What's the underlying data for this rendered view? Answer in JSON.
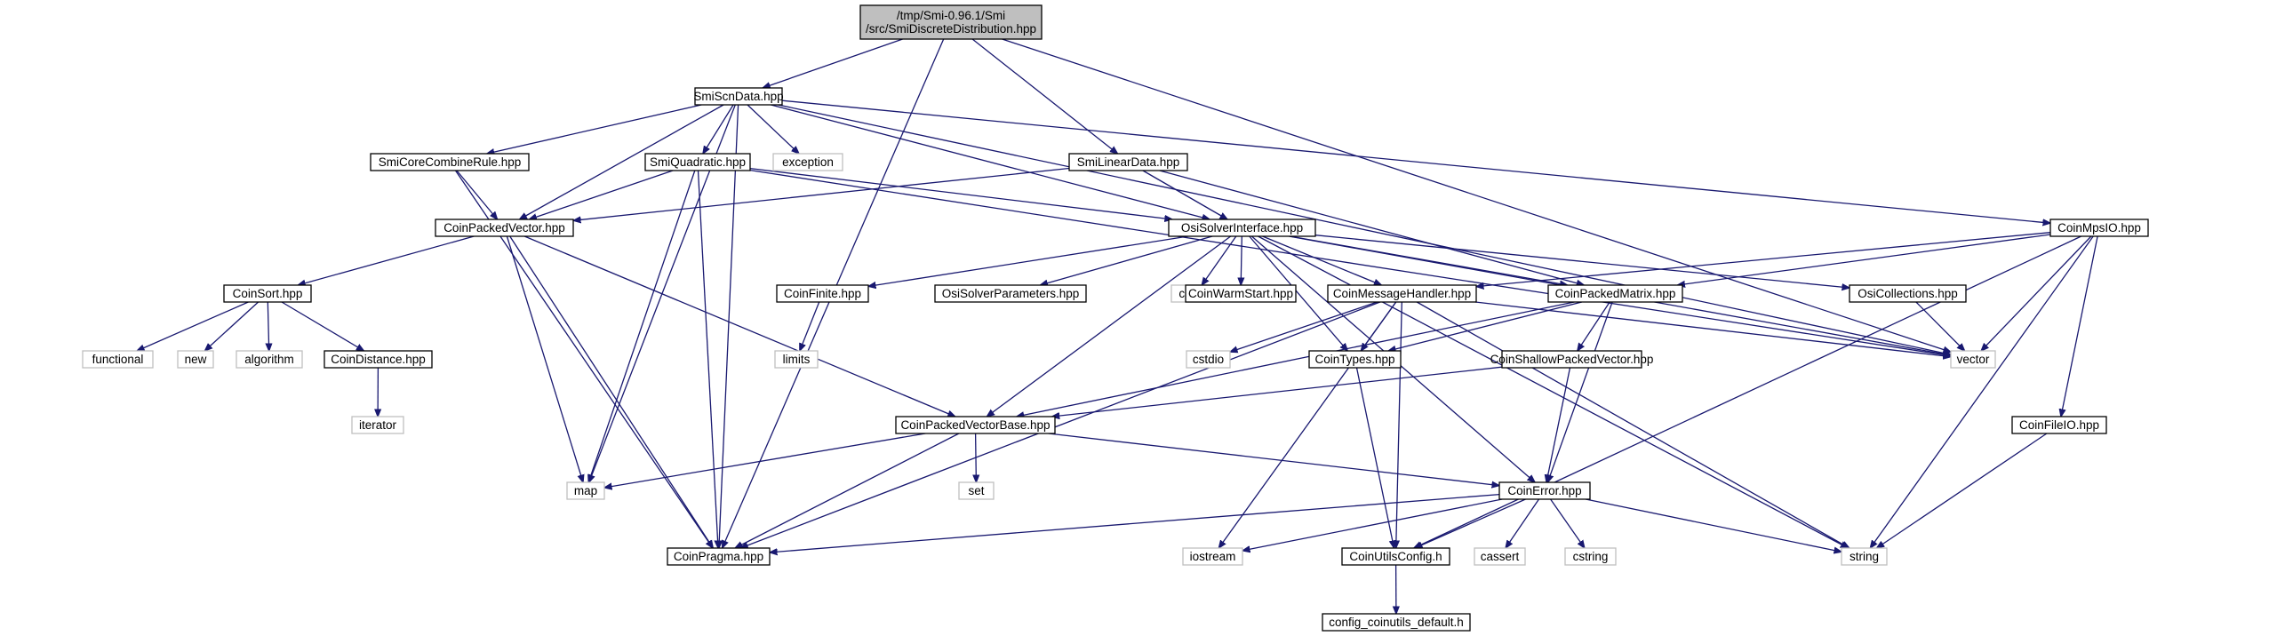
{
  "diagram": {
    "colors": {
      "edge": "#191970",
      "root_fill": "#bfbfbf",
      "node_fill": "#ffffff",
      "external_border": "#bfbfbf"
    },
    "nodes": [
      {
        "id": "root",
        "label": [
          "/tmp/Smi-0.96.1/Smi",
          "/src/SmiDiscreteDistribution.hpp"
        ],
        "kind": "root"
      },
      {
        "id": "scndata",
        "label": [
          "SmiScnData.hpp"
        ],
        "kind": "normal"
      },
      {
        "id": "corecombine",
        "label": [
          "SmiCoreCombineRule.hpp"
        ],
        "kind": "normal"
      },
      {
        "id": "quadratic",
        "label": [
          "SmiQuadratic.hpp"
        ],
        "kind": "normal"
      },
      {
        "id": "exception",
        "label": [
          "exception"
        ],
        "kind": "external"
      },
      {
        "id": "lineardata",
        "label": [
          "SmiLinearData.hpp"
        ],
        "kind": "normal"
      },
      {
        "id": "packedvector",
        "label": [
          "CoinPackedVector.hpp"
        ],
        "kind": "normal"
      },
      {
        "id": "osisolver",
        "label": [
          "OsiSolverInterface.hpp"
        ],
        "kind": "normal"
      },
      {
        "id": "mpsio",
        "label": [
          "CoinMpsIO.hpp"
        ],
        "kind": "normal"
      },
      {
        "id": "sort",
        "label": [
          "CoinSort.hpp"
        ],
        "kind": "normal"
      },
      {
        "id": "finite",
        "label": [
          "CoinFinite.hpp"
        ],
        "kind": "normal"
      },
      {
        "id": "solverparams",
        "label": [
          "OsiSolverParameters.hpp"
        ],
        "kind": "normal"
      },
      {
        "id": "cstdlib",
        "label": [
          "cstdlib"
        ],
        "kind": "external"
      },
      {
        "id": "warmstart",
        "label": [
          "CoinWarmStart.hpp"
        ],
        "kind": "normal"
      },
      {
        "id": "msghandler",
        "label": [
          "CoinMessageHandler.hpp"
        ],
        "kind": "normal"
      },
      {
        "id": "packedmatrix",
        "label": [
          "CoinPackedMatrix.hpp"
        ],
        "kind": "normal"
      },
      {
        "id": "collections",
        "label": [
          "OsiCollections.hpp"
        ],
        "kind": "normal"
      },
      {
        "id": "functional",
        "label": [
          "functional"
        ],
        "kind": "external"
      },
      {
        "id": "new",
        "label": [
          "new"
        ],
        "kind": "external"
      },
      {
        "id": "algorithm",
        "label": [
          "algorithm"
        ],
        "kind": "external"
      },
      {
        "id": "distance",
        "label": [
          "CoinDistance.hpp"
        ],
        "kind": "normal"
      },
      {
        "id": "limits",
        "label": [
          "limits"
        ],
        "kind": "external"
      },
      {
        "id": "cstdio",
        "label": [
          "cstdio"
        ],
        "kind": "external"
      },
      {
        "id": "types",
        "label": [
          "CoinTypes.hpp"
        ],
        "kind": "normal"
      },
      {
        "id": "shallow",
        "label": [
          "CoinShallowPackedVector.hpp"
        ],
        "kind": "normal"
      },
      {
        "id": "vector",
        "label": [
          "vector"
        ],
        "kind": "external"
      },
      {
        "id": "iterator",
        "label": [
          "iterator"
        ],
        "kind": "external"
      },
      {
        "id": "pvbase",
        "label": [
          "CoinPackedVectorBase.hpp"
        ],
        "kind": "normal"
      },
      {
        "id": "fileio",
        "label": [
          "CoinFileIO.hpp"
        ],
        "kind": "normal"
      },
      {
        "id": "map",
        "label": [
          "map"
        ],
        "kind": "external"
      },
      {
        "id": "set",
        "label": [
          "set"
        ],
        "kind": "external"
      },
      {
        "id": "error",
        "label": [
          "CoinError.hpp"
        ],
        "kind": "normal"
      },
      {
        "id": "pragma",
        "label": [
          "CoinPragma.hpp"
        ],
        "kind": "normal"
      },
      {
        "id": "iostream",
        "label": [
          "iostream"
        ],
        "kind": "external"
      },
      {
        "id": "utilsconfig",
        "label": [
          "CoinUtilsConfig.h"
        ],
        "kind": "normal"
      },
      {
        "id": "cassert",
        "label": [
          "cassert"
        ],
        "kind": "external"
      },
      {
        "id": "cstring",
        "label": [
          "cstring"
        ],
        "kind": "external"
      },
      {
        "id": "string",
        "label": [
          "string"
        ],
        "kind": "external"
      },
      {
        "id": "configdefault",
        "label": [
          "config_coinutils_default.h"
        ],
        "kind": "normal"
      }
    ],
    "edges": [
      [
        "root",
        "scndata"
      ],
      [
        "root",
        "lineardata"
      ],
      [
        "root",
        "pragma"
      ],
      [
        "root",
        "vector"
      ],
      [
        "scndata",
        "corecombine"
      ],
      [
        "scndata",
        "quadratic"
      ],
      [
        "scndata",
        "exception"
      ],
      [
        "scndata",
        "packedvector"
      ],
      [
        "scndata",
        "osisolver"
      ],
      [
        "scndata",
        "mpsio"
      ],
      [
        "scndata",
        "vector"
      ],
      [
        "scndata",
        "map"
      ],
      [
        "scndata",
        "pragma"
      ],
      [
        "corecombine",
        "packedvector"
      ],
      [
        "corecombine",
        "pragma"
      ],
      [
        "quadratic",
        "packedvector"
      ],
      [
        "quadratic",
        "osisolver"
      ],
      [
        "quadratic",
        "map"
      ],
      [
        "quadratic",
        "pragma"
      ],
      [
        "quadratic",
        "vector"
      ],
      [
        "lineardata",
        "packedvector"
      ],
      [
        "lineardata",
        "osisolver"
      ],
      [
        "lineardata",
        "packedmatrix"
      ],
      [
        "packedvector",
        "sort"
      ],
      [
        "packedvector",
        "pvbase"
      ],
      [
        "packedvector",
        "map"
      ],
      [
        "packedvector",
        "pragma"
      ],
      [
        "osisolver",
        "finite"
      ],
      [
        "osisolver",
        "solverparams"
      ],
      [
        "osisolver",
        "cstdlib"
      ],
      [
        "osisolver",
        "warmstart"
      ],
      [
        "osisolver",
        "msghandler"
      ],
      [
        "osisolver",
        "packedmatrix"
      ],
      [
        "osisolver",
        "collections"
      ],
      [
        "osisolver",
        "types"
      ],
      [
        "osisolver",
        "pvbase"
      ],
      [
        "osisolver",
        "error"
      ],
      [
        "osisolver",
        "string"
      ],
      [
        "osisolver",
        "vector"
      ],
      [
        "mpsio",
        "msghandler"
      ],
      [
        "mpsio",
        "packedmatrix"
      ],
      [
        "mpsio",
        "fileio"
      ],
      [
        "mpsio",
        "utilsconfig"
      ],
      [
        "mpsio",
        "vector"
      ],
      [
        "mpsio",
        "string"
      ],
      [
        "sort",
        "functional"
      ],
      [
        "sort",
        "new"
      ],
      [
        "sort",
        "algorithm"
      ],
      [
        "sort",
        "distance"
      ],
      [
        "distance",
        "iterator"
      ],
      [
        "finite",
        "limits"
      ],
      [
        "msghandler",
        "cstdio"
      ],
      [
        "msghandler",
        "types"
      ],
      [
        "msghandler",
        "iostream"
      ],
      [
        "msghandler",
        "utilsconfig"
      ],
      [
        "msghandler",
        "vector"
      ],
      [
        "msghandler",
        "string"
      ],
      [
        "msghandler",
        "pragma"
      ],
      [
        "packedmatrix",
        "types"
      ],
      [
        "packedmatrix",
        "shallow"
      ],
      [
        "packedmatrix",
        "pvbase"
      ],
      [
        "packedmatrix",
        "error"
      ],
      [
        "collections",
        "vector"
      ],
      [
        "types",
        "utilsconfig"
      ],
      [
        "shallow",
        "pvbase"
      ],
      [
        "shallow",
        "error"
      ],
      [
        "pvbase",
        "map"
      ],
      [
        "pvbase",
        "set"
      ],
      [
        "pvbase",
        "error"
      ],
      [
        "pvbase",
        "pragma"
      ],
      [
        "fileio",
        "string"
      ],
      [
        "error",
        "pragma"
      ],
      [
        "error",
        "iostream"
      ],
      [
        "error",
        "utilsconfig"
      ],
      [
        "error",
        "cassert"
      ],
      [
        "error",
        "cstring"
      ],
      [
        "error",
        "string"
      ],
      [
        "utilsconfig",
        "configdefault"
      ]
    ]
  }
}
